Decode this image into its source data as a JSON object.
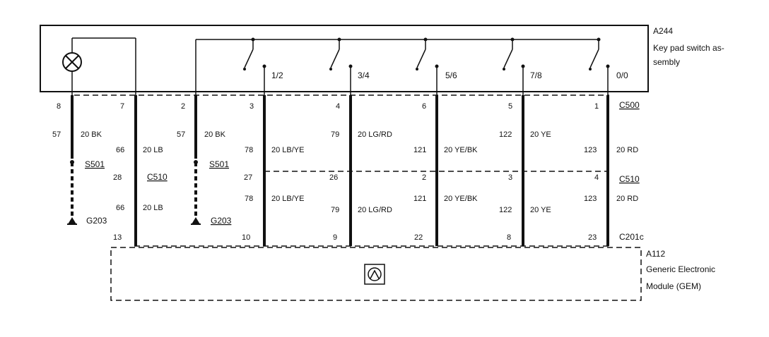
{
  "components": {
    "a244": {
      "ref": "A244",
      "lines": [
        "Key pad switch as-",
        "sembly"
      ]
    },
    "a112": {
      "ref": "A112",
      "lines": [
        "Generic Electronic",
        "Module (GEM)"
      ]
    }
  },
  "switches": [
    "1/2",
    "3/4",
    "5/6",
    "7/8",
    "0/0"
  ],
  "connectors": [
    "C500",
    "C510",
    "C201c"
  ],
  "splices": [
    "S501",
    "S501"
  ],
  "grounds": [
    "G203",
    "G203"
  ],
  "pins_top": [
    "8",
    "7",
    "2",
    "3",
    "4",
    "6",
    "5",
    "1"
  ],
  "pins_mid": [
    "28",
    "27",
    "26",
    "2",
    "3",
    "4"
  ],
  "pins_bottom": [
    "13",
    "10",
    "9",
    "22",
    "8",
    "23"
  ],
  "wires": {
    "w1": {
      "circuit": "57",
      "gauge_color": "20 BK"
    },
    "w2": {
      "circuit": "66",
      "gauge_color": "20 LB"
    },
    "w3": {
      "circuit": "57",
      "gauge_color": "20 BK"
    },
    "w4": {
      "circuit": "78",
      "gauge_color": "20 LB/YE"
    },
    "w5": {
      "circuit": "79",
      "gauge_color": "20 LG/RD"
    },
    "w6": {
      "circuit": "121",
      "gauge_color": "20 YE/BK"
    },
    "w7": {
      "circuit": "122",
      "gauge_color": "20 YE"
    },
    "w8": {
      "circuit": "123",
      "gauge_color": "20 RD"
    }
  },
  "lower_wires": {
    "w2": {
      "circuit": "66",
      "gauge_color": "20 LB"
    },
    "w4": {
      "circuit": "78",
      "gauge_color": "20 LB/YE"
    },
    "w5": {
      "circuit": "79",
      "gauge_color": "20 LG/RD"
    },
    "w6": {
      "circuit": "121",
      "gauge_color": "20 YE/BK"
    },
    "w7": {
      "circuit": "122",
      "gauge_color": "20 YE"
    },
    "w8": {
      "circuit": "123",
      "gauge_color": "20 RD"
    }
  }
}
